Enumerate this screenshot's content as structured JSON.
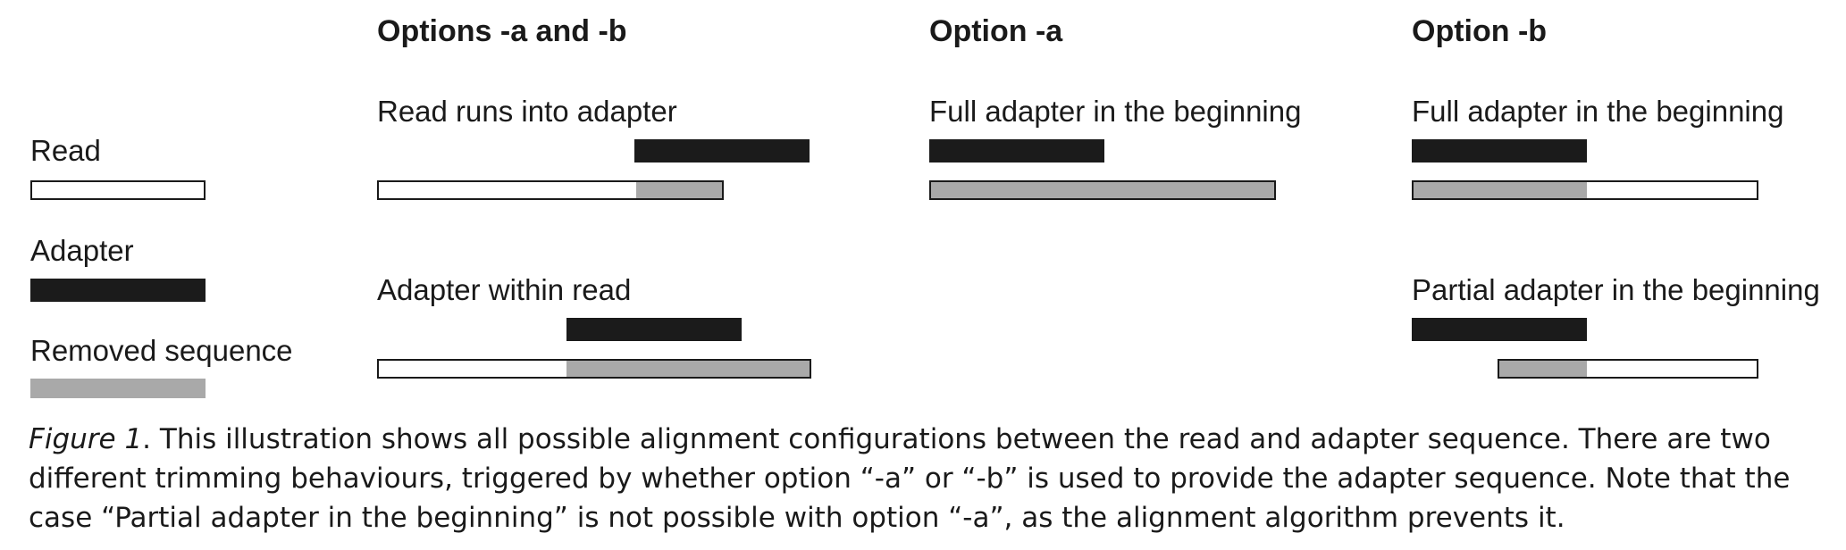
{
  "headings": {
    "both": "Options -a and -b",
    "a": "Option -a",
    "b": "Option -b"
  },
  "legend": {
    "read": "Read",
    "adapter": "Adapter",
    "removed": "Removed sequence"
  },
  "panels": {
    "read_runs_into_adapter": "Read runs into adapter",
    "adapter_within_read": "Adapter within read",
    "a_full_adapter_beginning": "Full adapter in the beginning",
    "b_full_adapter_beginning": "Full adapter in the beginning",
    "b_partial_adapter_beginning": "Partial adapter in the beginning"
  },
  "caption": {
    "figure_label": "Figure 1",
    "text": ". This illustration shows all possible alignment configurations between the read and adapter sequence. There are two different trimming behaviours, triggered by whether option “-a” or “-b” is used to provide the adapter sequence. Note that the case “Partial adapter in the beginning” is not possible with option “-a”, as the alignment algorithm prevents it."
  },
  "colors": {
    "adapter": "#1b1b1b",
    "removed": "#a9a9a9",
    "read_fill": "#ffffff",
    "read_border": "#1a1a1a"
  }
}
